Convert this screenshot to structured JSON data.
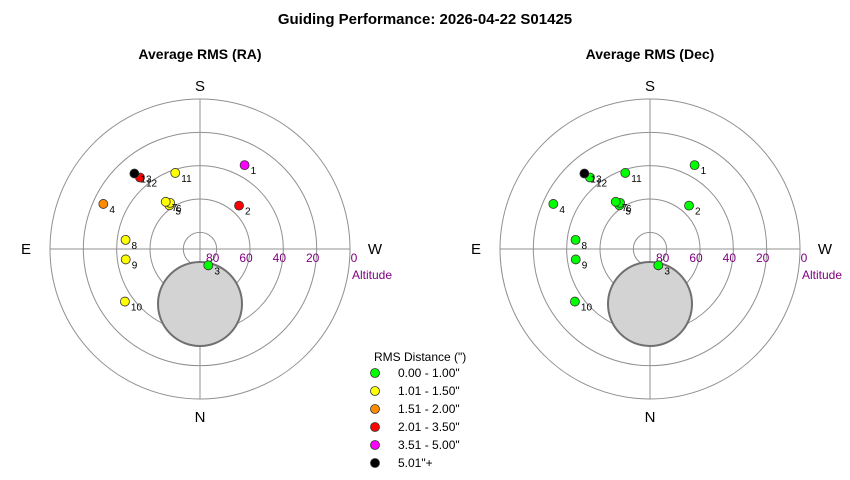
{
  "title": "Guiding Performance: 2026-04-22 S01425",
  "chart_data": [
    {
      "type": "scatter",
      "projection": "polar-altitude-azimuth",
      "title": "Average RMS (RA)",
      "cardinals": {
        "top": "S",
        "bottom": "N",
        "left": "E",
        "right": "W"
      },
      "altitude_label": "Altitude",
      "altitude_ticks": [
        "80",
        "60",
        "40",
        "20",
        "0"
      ],
      "altitude_ring_values": [
        80,
        60,
        40,
        20,
        0
      ],
      "points": [
        {
          "label": "1",
          "alt": 33,
          "az": 208,
          "category": 4
        },
        {
          "label": "2",
          "alt": 55,
          "az": 222,
          "category": 3
        },
        {
          "label": "3",
          "alt": 79,
          "az": 333,
          "category": 0
        },
        {
          "label": "4",
          "alt": 26,
          "az": 115,
          "category": 2
        },
        {
          "label": "5",
          "alt": 58,
          "az": 145,
          "category": 1
        },
        {
          "label": "6",
          "alt": 57,
          "az": 147,
          "category": 1
        },
        {
          "label": "7",
          "alt": 55,
          "az": 144,
          "category": 1
        },
        {
          "label": "8",
          "alt": 45,
          "az": 97,
          "category": 1
        },
        {
          "label": "9",
          "alt": 45,
          "az": 82,
          "category": 1
        },
        {
          "label": "10",
          "alt": 35,
          "az": 55,
          "category": 1
        },
        {
          "label": "11",
          "alt": 42,
          "az": 162,
          "category": 1
        },
        {
          "label": "12",
          "alt": 34,
          "az": 140,
          "category": 3
        },
        {
          "label": "13",
          "alt": 30,
          "az": 139,
          "category": 5
        }
      ]
    },
    {
      "type": "scatter",
      "projection": "polar-altitude-azimuth",
      "title": "Average RMS (Dec)",
      "cardinals": {
        "top": "S",
        "bottom": "N",
        "left": "E",
        "right": "W"
      },
      "altitude_label": "Altitude",
      "altitude_ticks": [
        "80",
        "60",
        "40",
        "20",
        "0"
      ],
      "altitude_ring_values": [
        80,
        60,
        40,
        20,
        0
      ],
      "points": [
        {
          "label": "1",
          "alt": 33,
          "az": 208,
          "category": 0
        },
        {
          "label": "2",
          "alt": 55,
          "az": 222,
          "category": 0
        },
        {
          "label": "3",
          "alt": 79,
          "az": 333,
          "category": 0
        },
        {
          "label": "4",
          "alt": 26,
          "az": 115,
          "category": 0
        },
        {
          "label": "5",
          "alt": 58,
          "az": 145,
          "category": 0
        },
        {
          "label": "6",
          "alt": 57,
          "az": 147,
          "category": 0
        },
        {
          "label": "7",
          "alt": 55,
          "az": 144,
          "category": 0
        },
        {
          "label": "8",
          "alt": 45,
          "az": 97,
          "category": 0
        },
        {
          "label": "9",
          "alt": 45,
          "az": 82,
          "category": 0
        },
        {
          "label": "10",
          "alt": 35,
          "az": 55,
          "category": 0
        },
        {
          "label": "11",
          "alt": 42,
          "az": 162,
          "category": 0
        },
        {
          "label": "12",
          "alt": 34,
          "az": 140,
          "category": 0
        },
        {
          "label": "13",
          "alt": 30,
          "az": 139,
          "category": 5
        }
      ]
    }
  ],
  "legend": {
    "title": "RMS Distance (\")",
    "items": [
      {
        "label": "0.00 - 1.00\"",
        "color": "#00ff00"
      },
      {
        "label": "1.01 - 1.50\"",
        "color": "#ffff00"
      },
      {
        "label": "1.51 - 2.00\"",
        "color": "#ff8c00"
      },
      {
        "label": "2.01 - 3.50\"",
        "color": "#ff0000"
      },
      {
        "label": "3.51 - 5.00\"",
        "color": "#ff00ff"
      },
      {
        "label": "5.01\"+",
        "color": "#000000"
      }
    ]
  },
  "colors": {
    "altitude_text": "#800080",
    "grid": "#909090",
    "exclusion_fill": "#d3d3d3"
  }
}
